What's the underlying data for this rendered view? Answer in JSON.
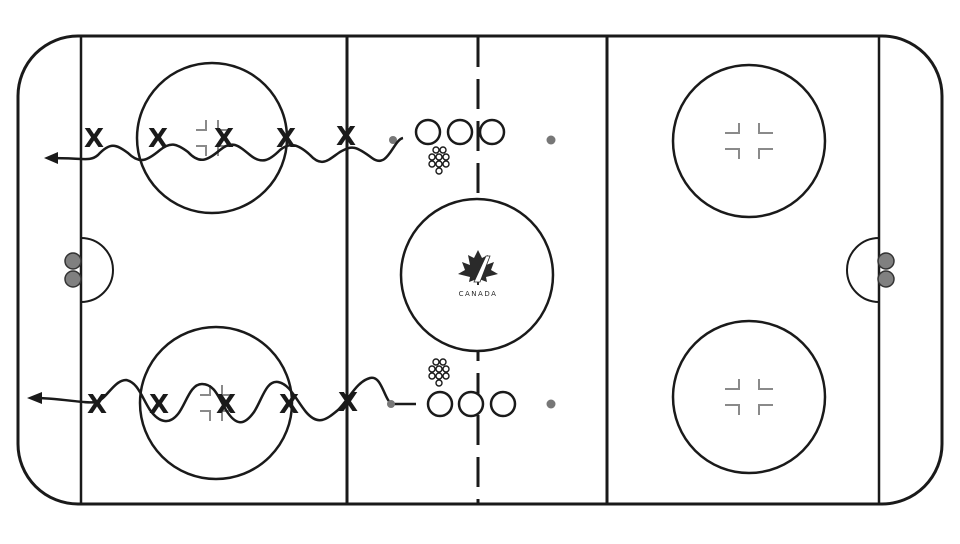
{
  "diagram": {
    "type": "hockey-rink-drill",
    "logo_text": "CANADA",
    "player_mark": "X",
    "colors": {
      "line": "#1a1a1a",
      "background": "#ffffff",
      "dot": "#777777",
      "net": "#808080",
      "faceoff_marks": "#8a8a8a"
    },
    "top_drill": {
      "label": "top-lane-drill",
      "player_count": 5,
      "puck_count": 3,
      "ball_group": 9
    },
    "bottom_drill": {
      "label": "bottom-lane-drill",
      "player_count": 5,
      "puck_count": 3,
      "ball_group": 9
    }
  }
}
